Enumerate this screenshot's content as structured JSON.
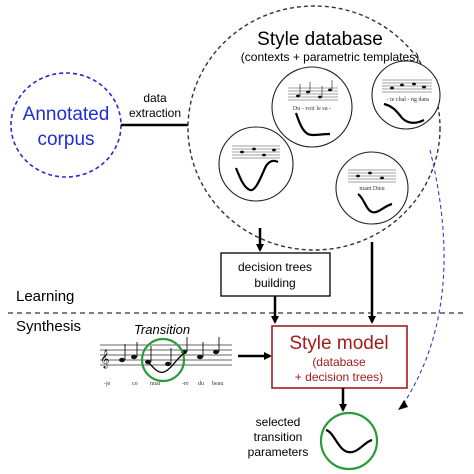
{
  "corpus": {
    "line1": "Annotated",
    "line2": "corpus"
  },
  "data_extraction": {
    "line1": "data",
    "line2": "extraction"
  },
  "style_database": {
    "title": "Style database",
    "subtitle": "(contexts + parametric templates)"
  },
  "decision_trees": {
    "line1": "decision trees",
    "line2": "building"
  },
  "phases": {
    "learning": "Learning",
    "synthesis": "Synthesis"
  },
  "transition_label": "Transition",
  "lyrics": "-je  co  nnai  -  -re  du  beau",
  "style_model": {
    "title": "Style model",
    "line2": "(database",
    "line3": "+ decision trees)"
  },
  "selected": {
    "line1": "selected",
    "line2": "transition",
    "line3": "parameters"
  },
  "colors": {
    "blue_text": "#1f2fd0",
    "red": "#a31d1d",
    "green": "#2a9a3a",
    "dashed_blue": "#3a3ac8"
  }
}
